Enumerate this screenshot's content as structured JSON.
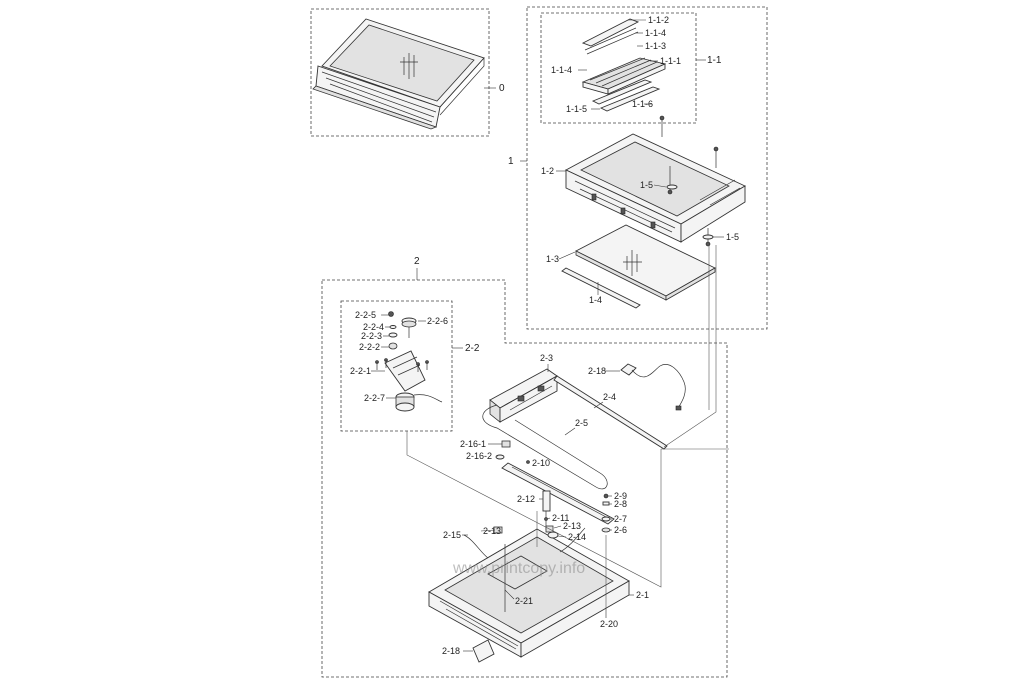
{
  "watermark": "www.printcopy.info",
  "groups": {
    "assembly_0": "0",
    "assembly_1": "1",
    "assembly_2": "2",
    "sub_1_1": "1-1",
    "sub_2_2": "2-2"
  },
  "labels_1_1": [
    "1-1-2",
    "1-1-4",
    "1-1-3",
    "1-1-4",
    "1-1-1",
    "1-1-5",
    "1-1-6"
  ],
  "labels_1": [
    "1-2",
    "1-5",
    "1-5",
    "1-3",
    "1-4"
  ],
  "labels_2_2": [
    "2-2-5",
    "2-2-6",
    "2-2-4",
    "2-2-3",
    "2-2-2",
    "2-2-1",
    "2-2-7"
  ],
  "labels_2": [
    "2-3",
    "2-18",
    "2-4",
    "2-5",
    "2-16-1",
    "2-16-2",
    "2-10",
    "2-12",
    "2-9",
    "2-8",
    "2-7",
    "2-6",
    "2-11",
    "2-13",
    "2-14",
    "2-15",
    "2-13",
    "2-21",
    "2-1",
    "2-20",
    "2-18"
  ]
}
